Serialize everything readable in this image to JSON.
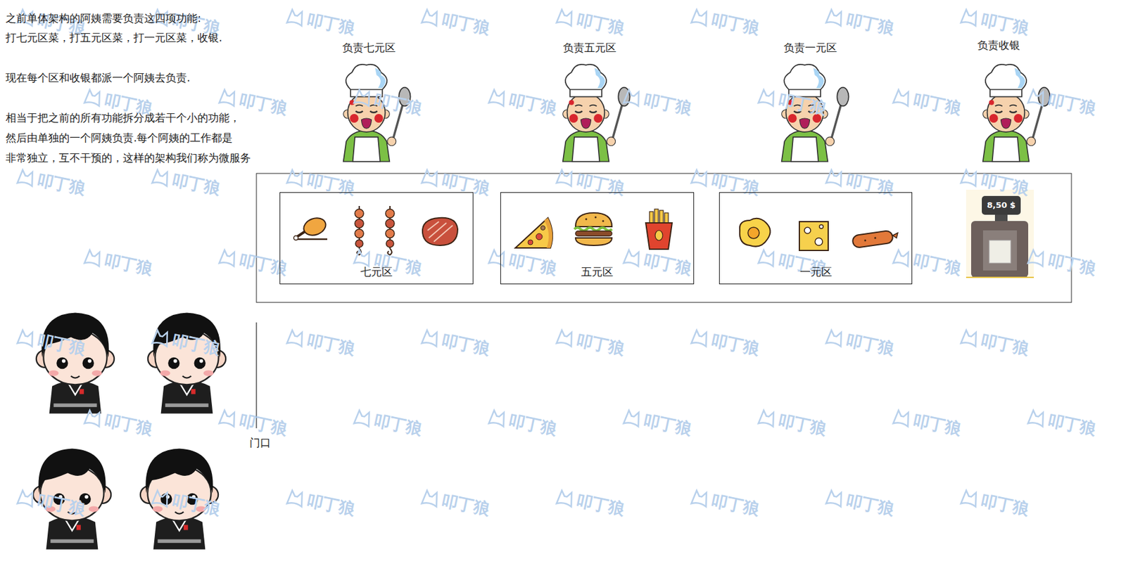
{
  "diagram": {
    "nodes": [
      {
        "text": [
          "七元区"
        ]
      },
      {
        "text": [
          "五元区"
        ]
      },
      {
        "text": [
          "一元区"
        ]
      }
    ],
    "labels": [
      "之前单体架构的阿姨需要负责这四项功能:",
      "打七元区菜，打五元区菜，打一元区菜，收银.",
      "现在每个区和收银都派一个阿姨去负责.",
      "相当于把之前的所有功能拆分成若干个小的功能， 然后由单独的一个阿姨负责.每个阿姨的工作都是 非常独立，互不干预的，这样的架构我们称为微服务",
      "负责七元区",
      "负责五元区",
      "负责一元区",
      "负责收银",
      "8,50 $",
      "门口",
      "叩丁狼",
      "叩丁狼",
      "叩丁狼",
      "叩丁狼",
      "叩丁狼",
      "叩丁狼",
      "叩丁狼",
      "叩丁狼",
      "叩丁狼",
      "叩丁狼",
      "叩丁狼",
      "叩丁狼",
      "叩丁狼",
      "叩丁狼",
      "叩丁狼",
      "叩丁狼",
      "叩丁狼",
      "叩丁狼",
      "叩丁狼",
      "叩丁狼",
      "叩丁狼",
      "叩丁狼",
      "叩丁狼",
      "叩丁狼",
      "叩丁狼",
      "叩丁狼",
      "叩丁狼",
      "叩丁狼",
      "叩丁狼",
      "叩丁狼",
      "叩丁狼",
      "叩丁狼",
      "叩丁狼",
      "叩丁狼",
      "叩丁狼",
      "叩丁狼",
      "叩丁狼",
      "叩丁狼",
      "叩丁狼",
      "叩丁狼",
      "叩丁狼",
      "叩丁狼",
      "叩丁狼",
      "叩丁狼",
      "叩丁狼",
      "叩丁狼",
      "叩丁狼",
      "叩丁狼",
      "叩丁狼",
      "叩丁狼",
      "叩丁狼",
      "叩丁狼",
      "叩丁狼",
      "叩丁狼",
      "叩丁狼",
      "叩丁狼"
    ]
  }
}
